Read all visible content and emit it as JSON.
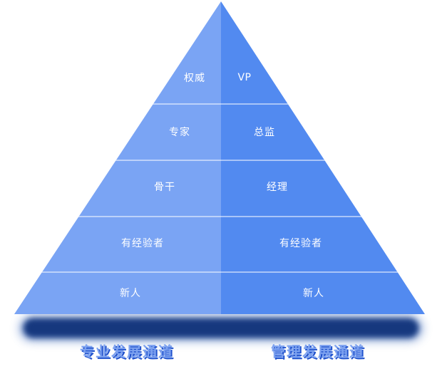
{
  "diagram": {
    "type": "split-pyramid",
    "levels": [
      {
        "left": "权威",
        "right": "VP"
      },
      {
        "left": "专家",
        "right": "总监"
      },
      {
        "left": "骨干",
        "right": "经理"
      },
      {
        "left": "有经验者",
        "right": "有经验者"
      },
      {
        "left": "新人",
        "right": "新人"
      }
    ],
    "channels": {
      "left_label": "专业发展通道",
      "right_label": "管理发展通道"
    },
    "colors": {
      "left_half": "#7aa4f4",
      "right_half": "#528af0",
      "level_divider": "rgba(255,255,255,0.5)",
      "level_text": "#ffffff",
      "base_shadow": "#16387e",
      "channel_label": "#7da2f0",
      "channel_label_shadow": "#2253cd"
    }
  }
}
